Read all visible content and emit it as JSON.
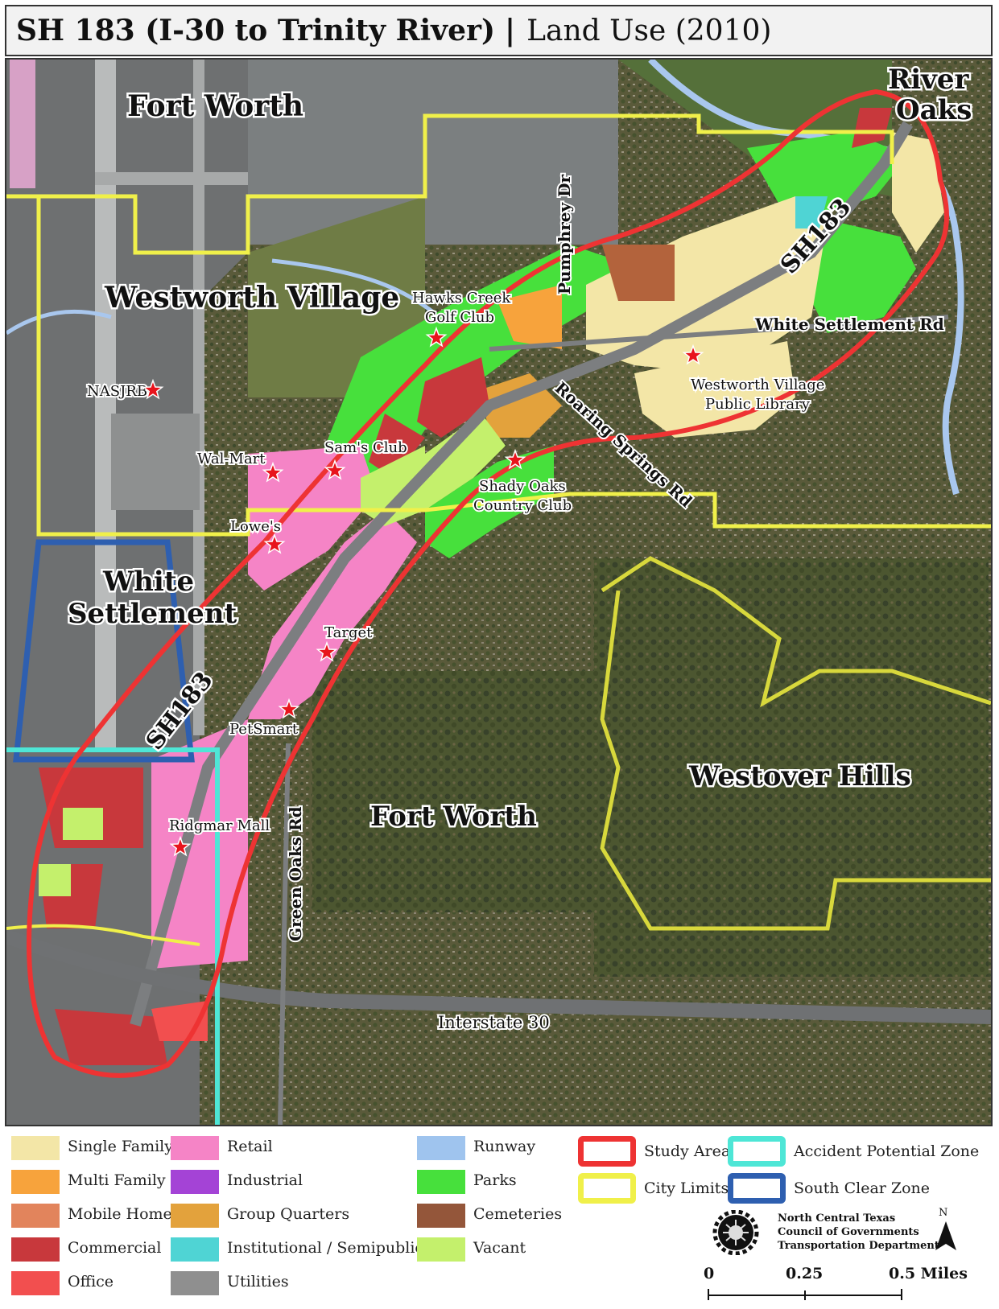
{
  "title": {
    "main": "SH 183 (I-30 to Trinity River)",
    "separator": "|",
    "sub": "Land Use (2010)"
  },
  "map": {
    "city_labels": {
      "fort_worth_north": "Fort Worth",
      "river_oaks_1": "River",
      "river_oaks_2": "Oaks",
      "westworth_village": "Westworth Village",
      "white_settlement_1": "White",
      "white_settlement_2": "Settlement",
      "westover_hills": "Westover Hills",
      "fort_worth_south": "Fort Worth"
    },
    "road_labels": {
      "sh183_north": "SH183",
      "sh183_south": "SH183",
      "pumphrey": "Pumphrey Dr",
      "white_settlement_rd": "White Settlement Rd",
      "roaring_springs": "Roaring Springs Rd",
      "green_oaks": "Green Oaks Rd",
      "interstate30": "Interstate 30"
    },
    "poi": {
      "hawks_creek_1": "Hawks Creek",
      "hawks_creek_2": "Golf Club",
      "nasjrb": "NASJRB",
      "westworth_library_1": "Westworth Village",
      "westworth_library_2": "Public Library",
      "sams_club": "Sam's Club",
      "walmart": "Wal-Mart",
      "shady_oaks_1": "Shady Oaks",
      "shady_oaks_2": "Country Club",
      "lowes": "Lowe's",
      "target": "Target",
      "petsmart": "PetSmart",
      "ridgmar_mall": "Ridgmar Mall"
    },
    "marker_icon": "star-icon",
    "marker_color": "#e8141c"
  },
  "legend": {
    "land_use": [
      {
        "label": "Single Family",
        "color": "#f3e6a7"
      },
      {
        "label": "Multi Family",
        "color": "#f7a33c"
      },
      {
        "label": "Mobile Home",
        "color": "#e2845c"
      },
      {
        "label": "Commercial",
        "color": "#c8383c"
      },
      {
        "label": "Office",
        "color": "#f24f4f"
      },
      {
        "label": "Retail",
        "color": "#f584c6"
      },
      {
        "label": "Industrial",
        "color": "#a443d6"
      },
      {
        "label": "Group Quarters",
        "color": "#e3a23c"
      },
      {
        "label": "Institutional / Semipublic",
        "color": "#4fd4d4"
      },
      {
        "label": "Utilities",
        "color": "#8f8f8f"
      },
      {
        "label": "Runway",
        "color": "#9fc4ee"
      },
      {
        "label": "Parks",
        "color": "#47e03c"
      },
      {
        "label": "Cemeteries",
        "color": "#94563a"
      },
      {
        "label": "Vacant",
        "color": "#c4f06c"
      }
    ],
    "boundaries": [
      {
        "label": "Study Area",
        "color": "#ee3333"
      },
      {
        "label": "City Limits",
        "color": "#f0f04a"
      },
      {
        "label": "Accident Potential Zone",
        "color": "#4ee6d6"
      },
      {
        "label": "South Clear Zone",
        "color": "#2e5fb0"
      }
    ],
    "agency": {
      "line1": "North Central Texas",
      "line2": "Council of Governments",
      "line3": "Transportation Department"
    },
    "north_label": "N",
    "scale": {
      "zero": "0",
      "mid": "0.25",
      "end": "0.5 Miles"
    }
  }
}
